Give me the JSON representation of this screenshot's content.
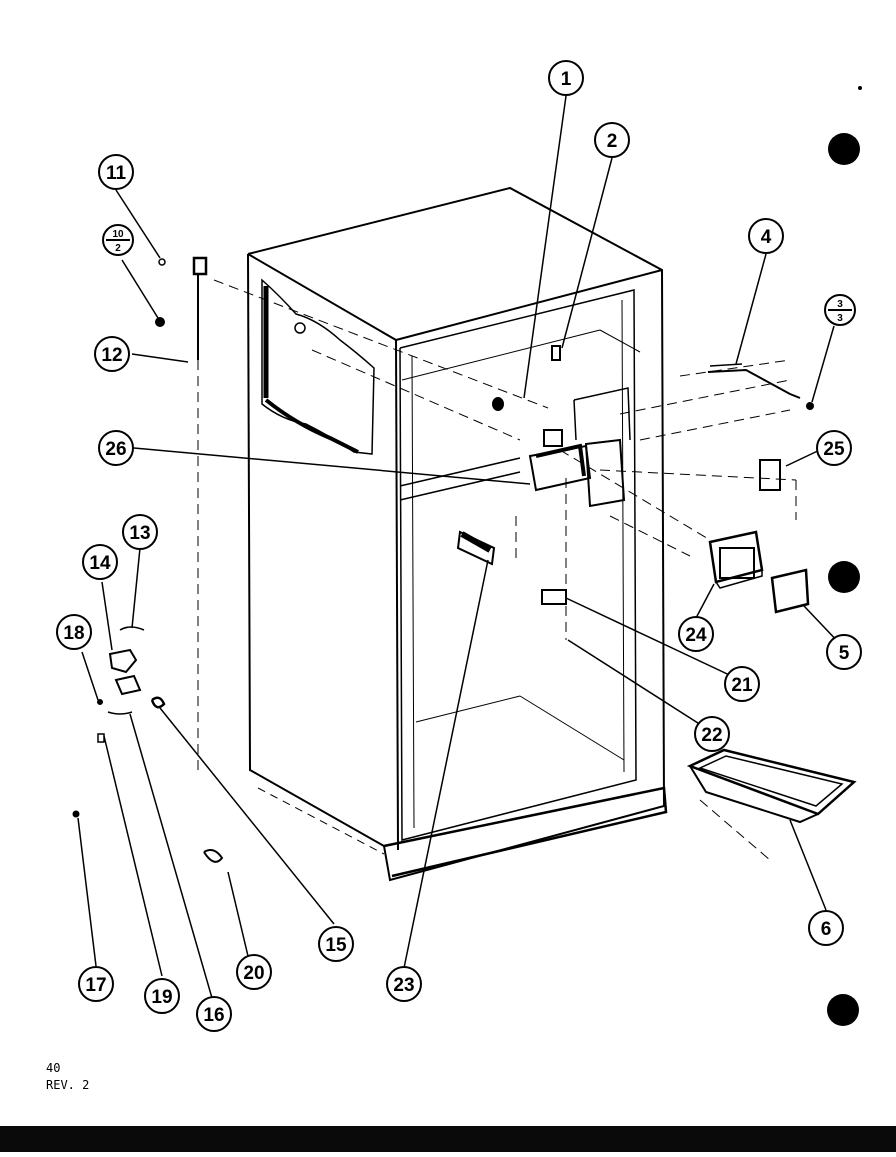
{
  "diagram": {
    "callouts": [
      {
        "id": "1",
        "label": "1"
      },
      {
        "id": "2",
        "label": "2"
      },
      {
        "id": "4",
        "label": "4"
      },
      {
        "id": "5",
        "label": "5"
      },
      {
        "id": "6",
        "label": "6"
      },
      {
        "id": "11",
        "label": "11"
      },
      {
        "id": "12",
        "label": "12"
      },
      {
        "id": "13",
        "label": "13"
      },
      {
        "id": "14",
        "label": "14"
      },
      {
        "id": "15",
        "label": "15"
      },
      {
        "id": "16",
        "label": "16"
      },
      {
        "id": "17",
        "label": "17"
      },
      {
        "id": "18",
        "label": "18"
      },
      {
        "id": "19",
        "label": "19"
      },
      {
        "id": "20",
        "label": "20"
      },
      {
        "id": "21",
        "label": "21"
      },
      {
        "id": "22",
        "label": "22"
      },
      {
        "id": "23",
        "label": "23"
      },
      {
        "id": "24",
        "label": "24"
      },
      {
        "id": "25",
        "label": "25"
      },
      {
        "id": "26",
        "label": "26"
      }
    ],
    "fraction_callouts": [
      {
        "id": "10-2",
        "top": "10",
        "bottom": "2"
      },
      {
        "id": "3-3",
        "top": "3",
        "bottom": "3"
      }
    ]
  },
  "footer": {
    "page_number": "40",
    "revision": "REV. 2"
  },
  "colors": {
    "ink": "#000000",
    "paper": "#ffffff"
  }
}
